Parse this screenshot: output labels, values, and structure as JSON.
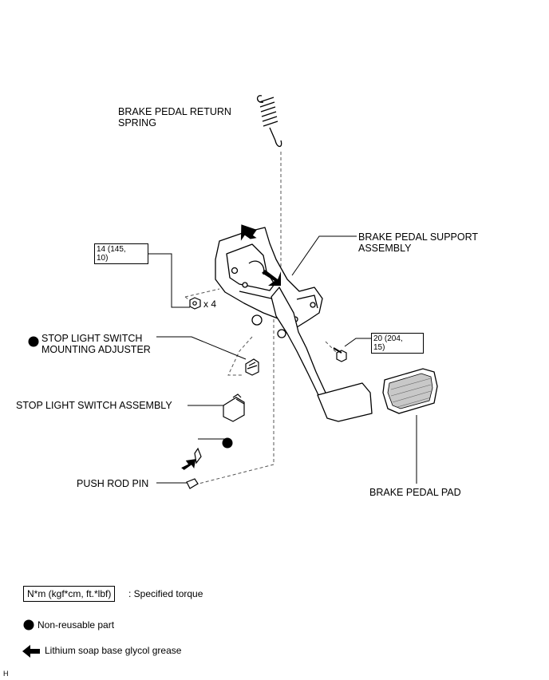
{
  "labels": {
    "return_spring": "BRAKE PEDAL RETURN\nSPRING",
    "support_assembly": "BRAKE PEDAL SUPPORT\nASSEMBLY",
    "adjuster": "STOP LIGHT SWITCH\nMOUNTING ADJUSTER",
    "switch_assembly": "STOP LIGHT SWITCH ASSEMBLY",
    "push_rod_pin": "PUSH ROD PIN",
    "pedal_pad": "BRAKE PEDAL PAD"
  },
  "torques": {
    "left": "14 (145,\n10)",
    "right": "20 (204,\n15)",
    "quantity": "x 4"
  },
  "legend": {
    "torque_box": "N*m (kgf*cm, ft.*lbf)",
    "torque_desc": ": Specified torque",
    "non_reusable": "Non-reusable part",
    "grease": "Lithium soap base glycol grease"
  },
  "footer_mark": "H"
}
